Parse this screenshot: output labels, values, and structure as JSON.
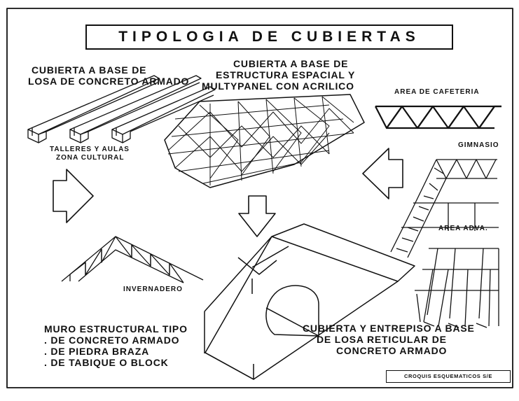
{
  "title": "TIPOLOGIA DE CUBIERTAS",
  "labels": {
    "slab_roof_1": "CUBIERTA A BASE DE",
    "slab_roof_2": "LOSA DE CONCRETO ARMADO",
    "talleres": "TALLERES Y AULAS",
    "zona": "ZONA CULTURAL",
    "space_frame_1": "CUBIERTA A BASE DE",
    "space_frame_2": "ESTRUCTURA ESPACIAL Y",
    "space_frame_3": "MULTYPANEL CON ACRILICO",
    "cafeteria": "AREA DE CAFETERIA",
    "gimnasio": "GIMNASIO",
    "adva": "AREA ADVA.",
    "invernadero": "INVERNADERO",
    "wall_1": "MURO ESTRUCTURAL TIPO",
    "wall_2": ". DE CONCRETO ARMADO",
    "wall_3": ". DE PIEDRA BRAZA",
    "wall_4": ". DE TABIQUE O BLOCK",
    "grid_1": "CUBIERTA Y ENTREPISO A BASE",
    "grid_2": "DE LOSA RETICULAR DE",
    "grid_3": "CONCRETO ARMADO",
    "caption": "CROQUIS ESQUEMATICOS S/E"
  }
}
